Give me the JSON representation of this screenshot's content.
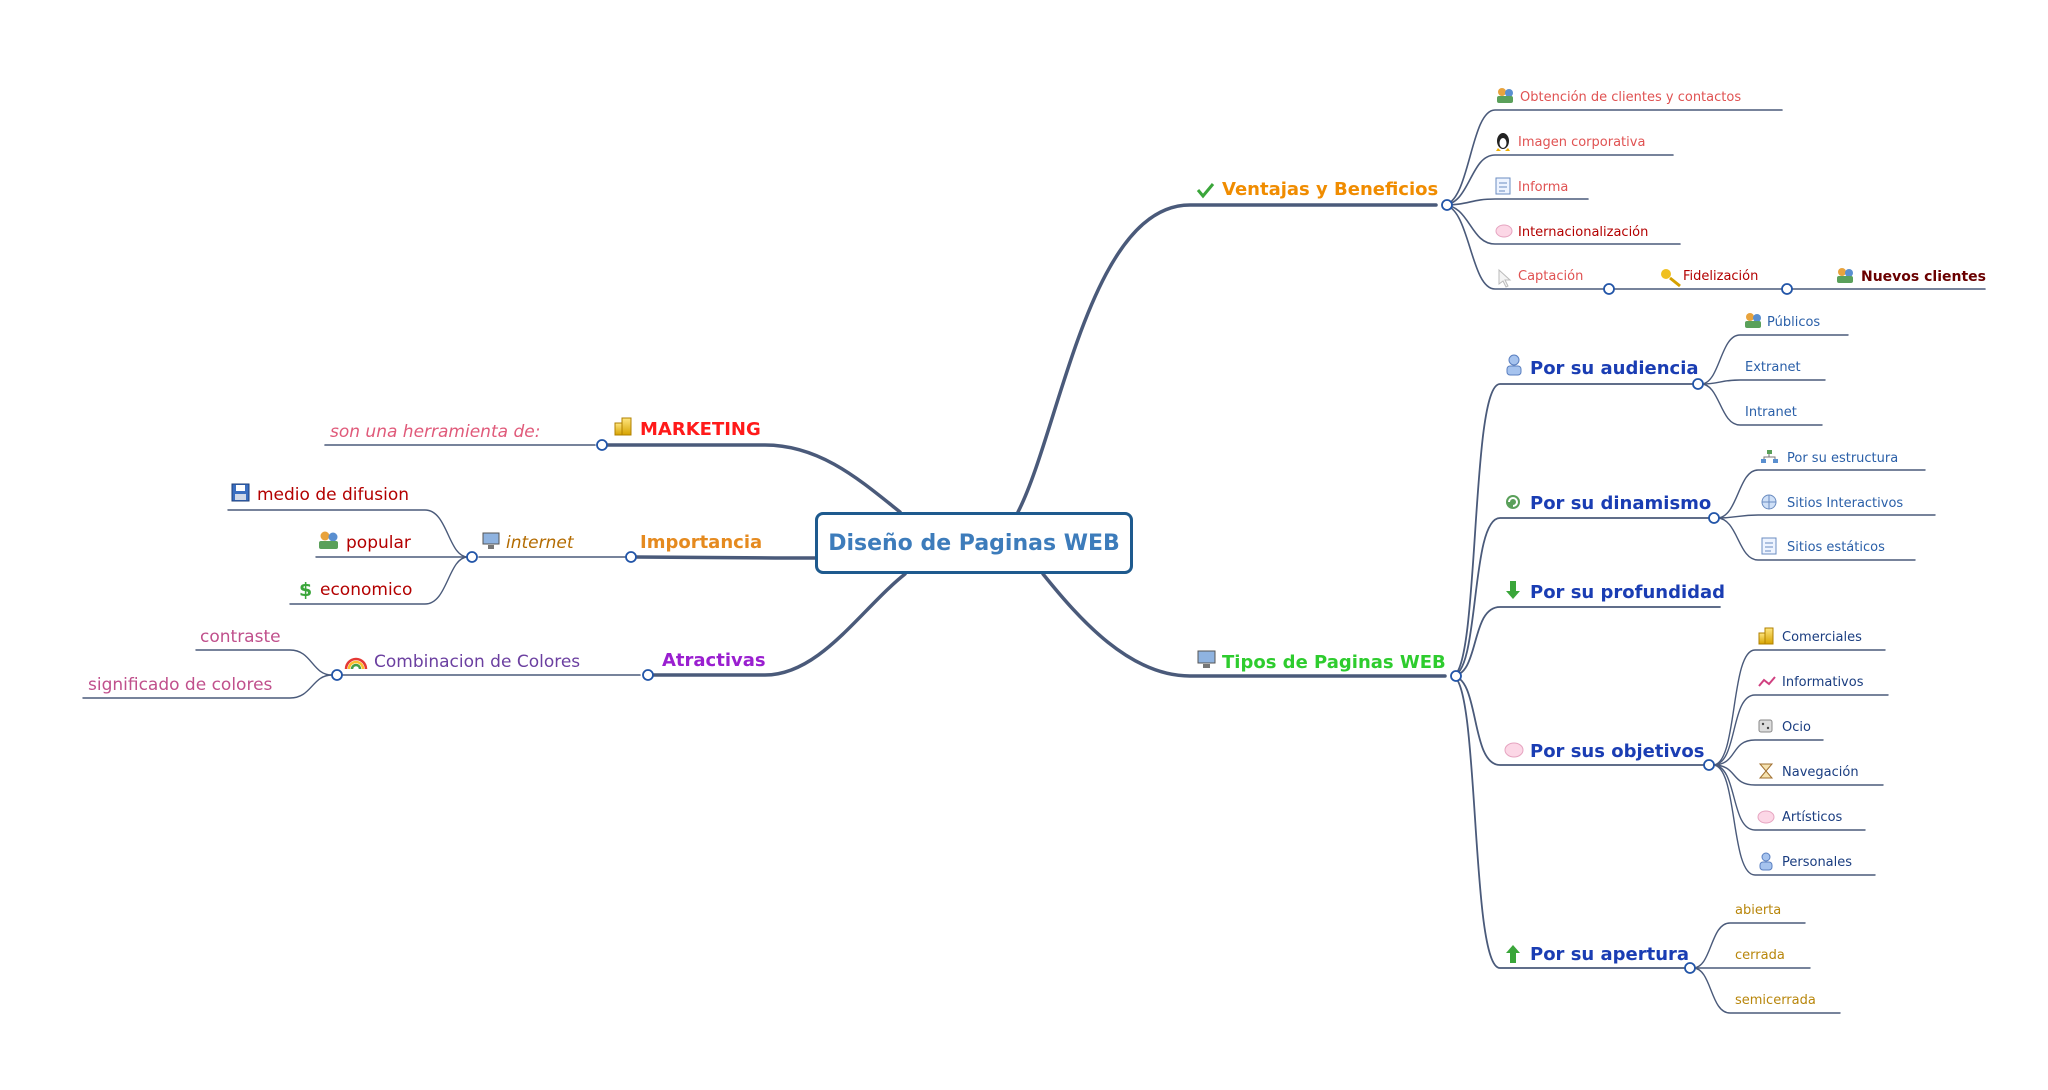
{
  "central": "Diseño de Paginas WEB",
  "left": {
    "marketing": {
      "label": "MARKETING",
      "icon": "coins-icon",
      "color": "#ff1a1a",
      "child": "son una herramienta de:",
      "child_color": "#e05a7a"
    },
    "importancia": {
      "label": "Importancia",
      "color": "#e58a1f",
      "mid": "internet",
      "mid_icon": "monitor-icon",
      "mid_color": "#b36b00",
      "children": [
        {
          "label": "medio de difusion",
          "icon": "floppy-icon"
        },
        {
          "label": "popular",
          "icon": "people-icon"
        },
        {
          "label": "economico",
          "icon": "dollar-icon"
        }
      ],
      "children_color": "#b30000"
    },
    "atractivas": {
      "label": "Atractivas",
      "color": "#9a1fd0",
      "mid": "Combinacion de Colores",
      "mid_icon": "rainbow-icon",
      "mid_color": "#6b3fa0",
      "children": [
        "contraste",
        "significado de colores"
      ],
      "children_color": "#c0508c"
    }
  },
  "ventajas": {
    "label": "Ventajas y Beneficios",
    "icon": "check-icon",
    "color": "#f08c00",
    "items": [
      {
        "label": "Obtención de clientes y contactos",
        "icon": "people-icon",
        "color": "#e05252"
      },
      {
        "label": "Imagen corporativa",
        "icon": "penguin-icon",
        "color": "#e05252"
      },
      {
        "label": "Informa",
        "icon": "document-icon",
        "color": "#e05252"
      },
      {
        "label": "Internacionalización",
        "icon": "blob-icon",
        "color": "#b30000"
      },
      {
        "label": "Captación",
        "icon": "cursor-icon",
        "color": "#e05252"
      }
    ],
    "fidelizacion": {
      "label": "Fidelización",
      "icon": "key-icon",
      "color": "#b30000"
    },
    "nuevos": {
      "label": "Nuevos clientes",
      "icon": "people-icon",
      "color": "#6a0000"
    }
  },
  "tipos": {
    "label": "Tipos de Paginas WEB",
    "icon": "monitor-icon",
    "color": "#2ecc2e",
    "branch_color": "#1a3db3",
    "audiencia": {
      "label": "Por su audiencia",
      "icon": "person-icon",
      "items": [
        {
          "label": "Públicos",
          "icon": "people-icon"
        },
        {
          "label": "Extranet",
          "icon": ""
        },
        {
          "label": "Intranet",
          "icon": ""
        }
      ]
    },
    "dinamismo": {
      "label": "Por su dinamismo",
      "icon": "arrows-icon",
      "items": [
        {
          "label": "Por su estructura",
          "icon": "tree-icon"
        },
        {
          "label": "Sitios Interactivos",
          "icon": "globe-icon"
        },
        {
          "label": "Sitios estáticos",
          "icon": "document-icon"
        }
      ]
    },
    "profundidad": {
      "label": "Por su profundidad",
      "icon": "arrow-down-icon"
    },
    "objetivos": {
      "label": "Por sus objetivos",
      "icon": "blob-icon",
      "items": [
        {
          "label": "Comerciales",
          "icon": "coins-icon"
        },
        {
          "label": "Informativos",
          "icon": "chart-icon"
        },
        {
          "label": "Ocio",
          "icon": "dice-icon"
        },
        {
          "label": "Navegación",
          "icon": "hourglass-icon"
        },
        {
          "label": "Artísticos",
          "icon": "blob-icon"
        },
        {
          "label": "Personales",
          "icon": "person-icon"
        }
      ]
    },
    "apertura": {
      "label": "Por su apertura",
      "icon": "arrow-up-icon",
      "items": [
        "abierta",
        "cerrada",
        "semicerrada"
      ],
      "items_color": "#b8860b"
    },
    "leaf_color": "#2a5fa8"
  },
  "colors": {
    "line": "#4a5a7a",
    "node": "#2255a8"
  }
}
